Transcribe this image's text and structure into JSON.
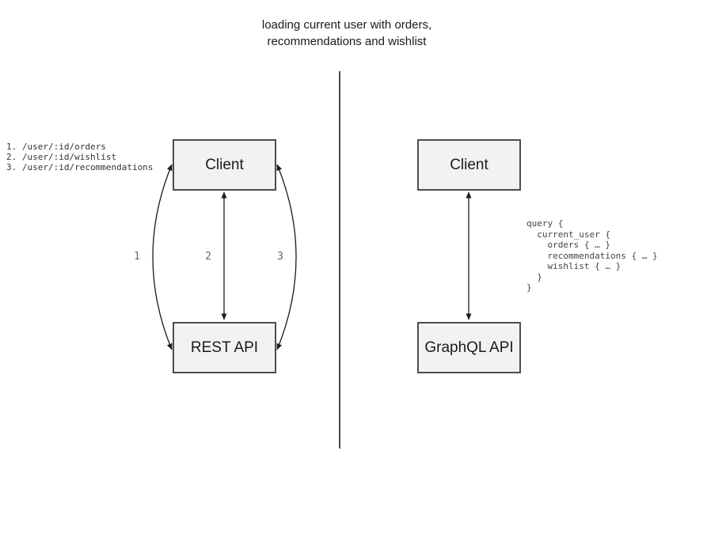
{
  "title": "loading current user with orders,\nrecommendations and wishlist",
  "colors": {
    "box_fill": "#f2f2f2",
    "box_border": "#4d4d4d",
    "arrow": "#1a1a1a",
    "muted_text": "#666666",
    "code_text": "#444444"
  },
  "left_panel": {
    "endpoints": "1. /user/:id/orders\n2. /user/:id/wishlist\n3. /user/:id/recommendations",
    "client_label": "Client",
    "api_label": "REST API",
    "arrow_labels": [
      "1",
      "2",
      "3"
    ]
  },
  "right_panel": {
    "client_label": "Client",
    "api_label": "GraphQL API",
    "query": "query {\n  current_user {\n    orders { … }\n    recommendations { … }\n    wishlist { … }\n  }\n}"
  }
}
